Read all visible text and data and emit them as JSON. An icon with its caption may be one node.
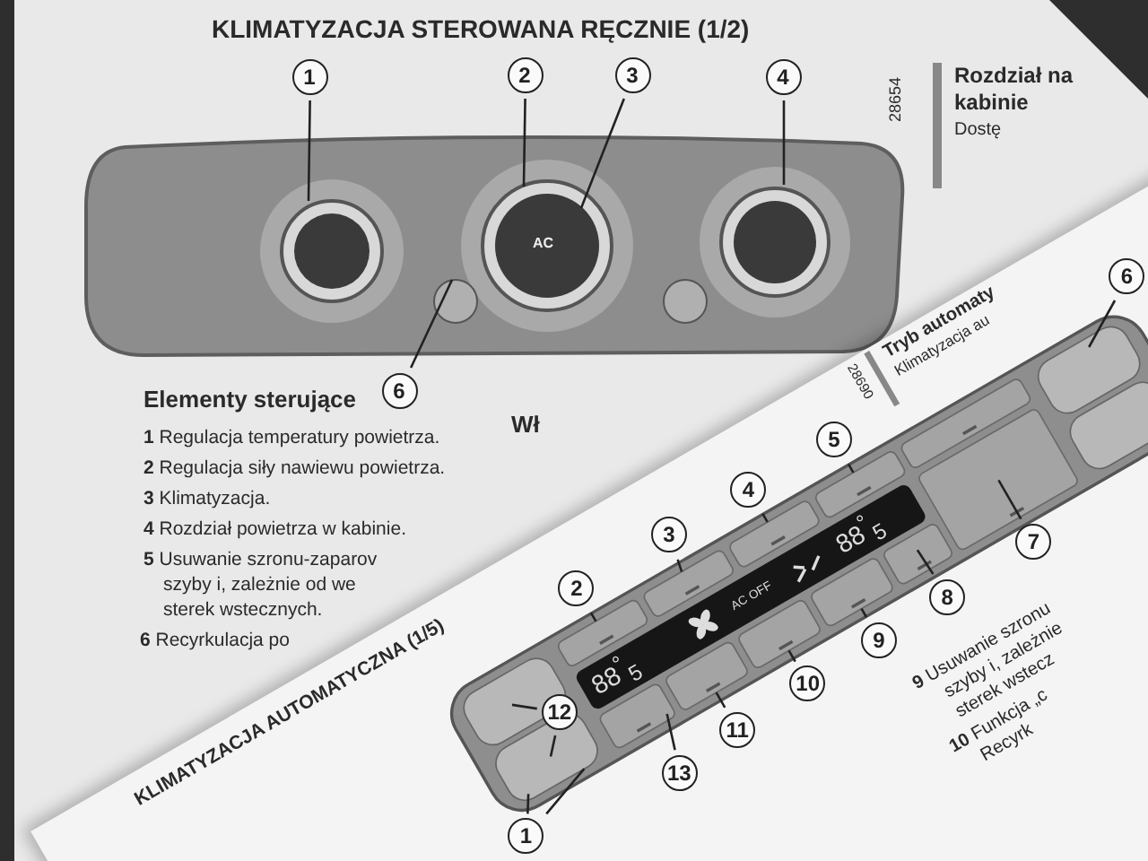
{
  "diagram": {
    "nodes": [
      {
        "text": [
          "1"
        ]
      },
      {
        "text": [
          "2"
        ]
      },
      {
        "text": [
          "3"
        ]
      },
      {
        "text": [
          "4"
        ]
      },
      {
        "text": [
          "6"
        ]
      },
      {
        "text": [
          "2"
        ]
      },
      {
        "text": [
          "3"
        ]
      },
      {
        "text": [
          "4"
        ]
      },
      {
        "text": [
          "5"
        ]
      },
      {
        "text": [
          "6"
        ]
      },
      {
        "text": [
          "12"
        ]
      },
      {
        "text": [
          "1"
        ]
      },
      {
        "text": [
          "13"
        ]
      },
      {
        "text": [
          "11"
        ]
      },
      {
        "text": [
          "10"
        ]
      },
      {
        "text": [
          "9"
        ]
      },
      {
        "text": [
          "8"
        ]
      },
      {
        "text": [
          "7"
        ]
      }
    ],
    "edges": [
      {
        "from": 0,
        "to": null,
        "arrow": "none"
      },
      {
        "from": 1,
        "to": null,
        "arrow": "none"
      },
      {
        "from": 2,
        "to": null,
        "arrow": "none"
      },
      {
        "from": 3,
        "to": null,
        "arrow": "none"
      },
      {
        "from": 4,
        "to": null,
        "arrow": "none"
      },
      {
        "from": 5,
        "to": null,
        "arrow": "none"
      },
      {
        "from": 6,
        "to": null,
        "arrow": "none"
      },
      {
        "from": 7,
        "to": null,
        "arrow": "none"
      },
      {
        "from": 8,
        "to": null,
        "arrow": "none"
      },
      {
        "from": 9,
        "to": null,
        "arrow": "none"
      },
      {
        "from": 10,
        "to": null,
        "arrow": "none"
      },
      {
        "from": 10,
        "to": null,
        "arrow": "none"
      },
      {
        "from": 11,
        "to": null,
        "arrow": "none"
      },
      {
        "from": 11,
        "to": null,
        "arrow": "none"
      },
      {
        "from": 12,
        "to": null,
        "arrow": "none"
      },
      {
        "from": 13,
        "to": null,
        "arrow": "none"
      },
      {
        "from": 14,
        "to": null,
        "arrow": "none"
      },
      {
        "from": 15,
        "to": null,
        "arrow": "none"
      },
      {
        "from": 16,
        "to": null,
        "arrow": "none"
      },
      {
        "from": 17,
        "to": null,
        "arrow": "none"
      }
    ],
    "labels": [
      "KLIMATYZACJA STEROWANA RĘCZNIE (1/2)",
      "AC",
      "28654",
      "Rozdział na",
      "kabinie",
      "Dostę",
      "Elementy sterujące",
      "**1** Regulacja temperatury powietrza.",
      "**2** Regulacja siły nawiewu powietrza.",
      "**3** Klimatyzacja.",
      "**4** Rozdział powietrza w kabinie.",
      "**5** Usuwanie szronu-zaparov",
      "szyby i, zależnie od we",
      "sterek wstecznych.",
      "**6** Recyrkulacja po",
      "Wł",
      "KLIMATYZACJA AUTOMATYCZNA (1/5)",
      "28690",
      "Tryb automaty",
      "Klimatyzacja au",
      "88$^{°}$$_{5}$",
      "AC OFF",
      "88$^{°}$$_{5}$",
      "**9** Usuwanie szronu",
      "szyby i, zależnie",
      "sterek wstecz",
      "**10** Funkcja „c",
      "Recyrk"
    ]
  }
}
